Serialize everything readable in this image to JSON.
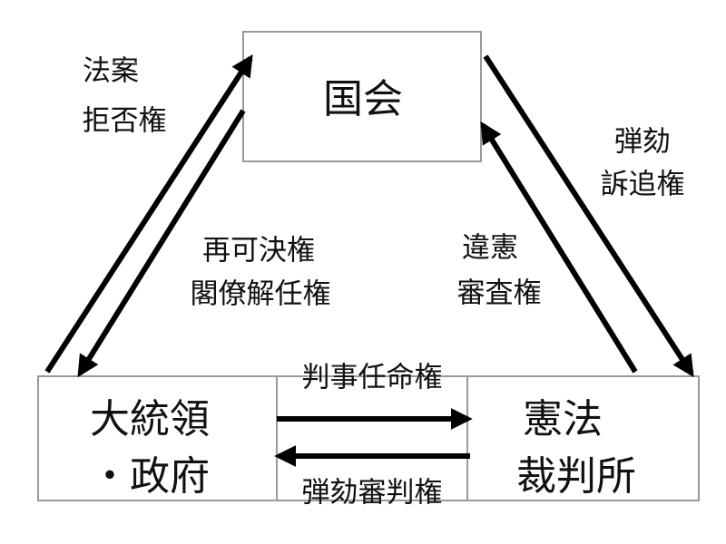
{
  "nodes": {
    "parliament": "国会",
    "president_line1": "大統領",
    "president_line2": "・政府",
    "court_line1": "憲法",
    "court_line2": "裁判所"
  },
  "edges": {
    "veto_line1": "法案",
    "veto_line2": "拒否権",
    "impeach_prosecute_line1": "弾劾",
    "impeach_prosecute_line2": "訴追権",
    "override_line1": "再可決権",
    "override_line2": "閣僚解任権",
    "review_line1": "違憲",
    "review_line2": "審査権",
    "appoint_judges": "判事任命権",
    "impeach_trial": "弾劾審判権"
  }
}
